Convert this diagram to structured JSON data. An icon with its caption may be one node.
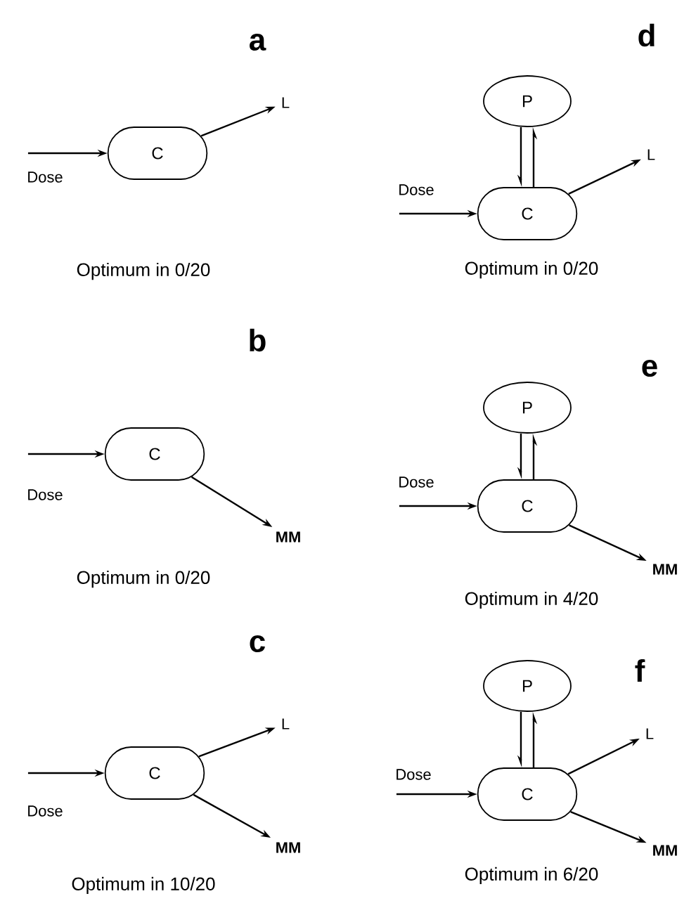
{
  "diagram": {
    "nodes": [
      {
        "text": [
          "Dose"
        ]
      },
      {
        "text": [
          "C"
        ]
      },
      {
        "text": [
          "L"
        ]
      },
      {
        "text": [
          "P"
        ]
      },
      {
        "text": [
          "Dose"
        ]
      },
      {
        "text": [
          "C"
        ]
      },
      {
        "text": [
          "L"
        ]
      },
      {
        "text": [
          "Dose"
        ]
      },
      {
        "text": [
          "C"
        ]
      },
      {
        "text": [
          "MM"
        ]
      },
      {
        "text": [
          "P"
        ]
      },
      {
        "text": [
          "Dose"
        ]
      },
      {
        "text": [
          "C"
        ]
      },
      {
        "text": [
          "MM"
        ]
      },
      {
        "text": [
          "Dose"
        ]
      },
      {
        "text": [
          "C"
        ]
      },
      {
        "text": [
          "L"
        ]
      },
      {
        "text": [
          "MM"
        ]
      },
      {
        "text": [
          "P"
        ]
      },
      {
        "text": [
          "Dose"
        ]
      },
      {
        "text": [
          "C"
        ]
      },
      {
        "text": [
          "L"
        ]
      },
      {
        "text": [
          "MM"
        ]
      }
    ],
    "edges": [
      {
        "from": 0,
        "to": 1,
        "arrow": "to"
      },
      {
        "from": 1,
        "to": 2,
        "arrow": "to"
      },
      {
        "from": 3,
        "to": 5,
        "arrow": "to"
      },
      {
        "from": 5,
        "to": 3,
        "arrow": "to"
      },
      {
        "from": 4,
        "to": 5,
        "arrow": "to"
      },
      {
        "from": 5,
        "to": 6,
        "arrow": "to"
      },
      {
        "from": 7,
        "to": 8,
        "arrow": "to"
      },
      {
        "from": 8,
        "to": 9,
        "arrow": "to"
      },
      {
        "from": 10,
        "to": 12,
        "arrow": "to"
      },
      {
        "from": 12,
        "to": 10,
        "arrow": "to"
      },
      {
        "from": 11,
        "to": 12,
        "arrow": "to"
      },
      {
        "from": 12,
        "to": 13,
        "arrow": "to"
      },
      {
        "from": 14,
        "to": 15,
        "arrow": "to"
      },
      {
        "from": 15,
        "to": 16,
        "arrow": "to"
      },
      {
        "from": 15,
        "to": 17,
        "arrow": "to"
      },
      {
        "from": 18,
        "to": 20,
        "arrow": "to"
      },
      {
        "from": 20,
        "to": 18,
        "arrow": "to"
      },
      {
        "from": 19,
        "to": 20,
        "arrow": "to"
      },
      {
        "from": 20,
        "to": 21,
        "arrow": "to"
      },
      {
        "from": 20,
        "to": 22,
        "arrow": "to"
      }
    ],
    "labels": [
      "a",
      "d",
      "Optimum in 0/20",
      "Optimum in 0/20",
      "b",
      "e",
      "Optimum in 0/20",
      "Optimum in 4/20",
      "c",
      "f",
      "Optimum in 10/20",
      "Optimum in 6/20"
    ]
  }
}
